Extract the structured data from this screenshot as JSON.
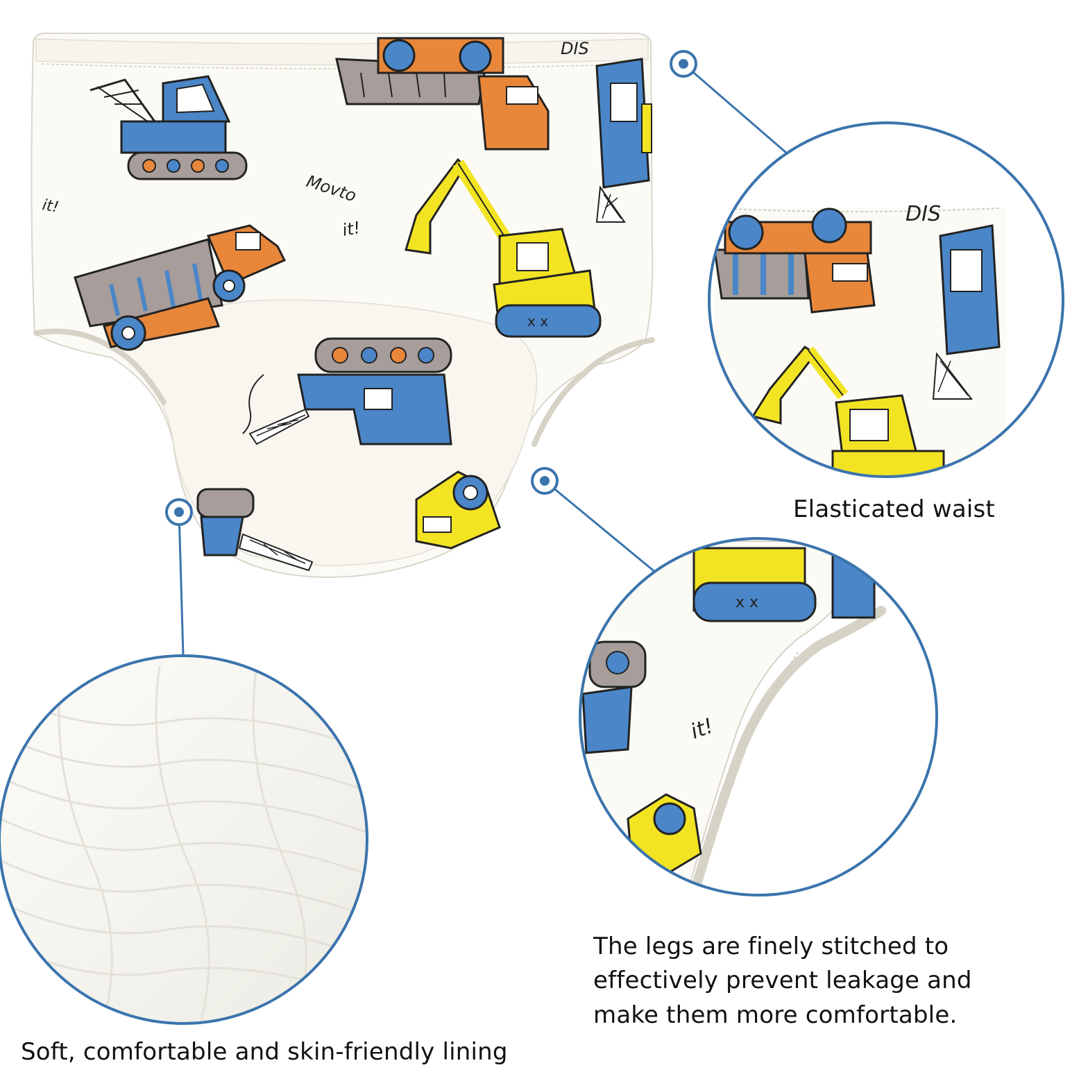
{
  "colors": {
    "accent": "#3b74ad",
    "fabric": "#fbfaf5",
    "truck_orange": "#e8873a",
    "truck_blue": "#4a86c8",
    "excavator_yellow": "#f2e423",
    "body_gray": "#a79d9a"
  },
  "callouts": {
    "waist": "Elasticated waist",
    "legs": "The legs are finely stitched to effectively prevent leakage and make them more comfortable.",
    "lining": "Soft, comfortable and skin-friendly lining"
  },
  "print_text": {
    "word_a": "Movto",
    "word_b": "it!",
    "word_c": "DIS"
  }
}
